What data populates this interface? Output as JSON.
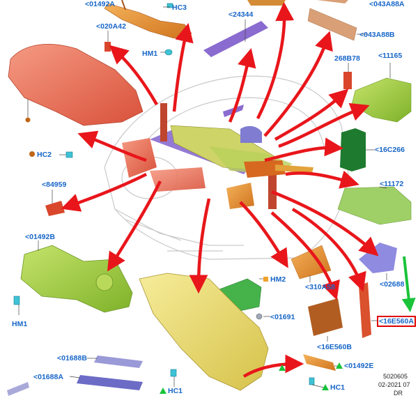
{
  "labels": {
    "p01492a": "<01492A",
    "hc3": "HC3",
    "p24344": "<24344",
    "p043a88a": "<043A88A",
    "p043a88b": "<043A88B",
    "p020a42": "<020A42",
    "hm1_top": "HM1",
    "p268b78": "268B78",
    "p11165": "<11165",
    "hc2": "HC2",
    "p16c266": "<16C266",
    "p84959": "<84959",
    "p11172": "<11172",
    "p01492b": "<01492B",
    "p02688": "<02688",
    "p310a58": "<310A58",
    "hm2": "HM2",
    "hm1_left": "HM1",
    "p01691": "<01691",
    "p16e560a": "<16E560A",
    "p16e560b": "<16E560B",
    "p01688b": "<01688B",
    "p01688a": "<01688A",
    "p01492e": "<01492E",
    "hc1_bottom": "HC1",
    "hc1_right": "HC1"
  },
  "meta": {
    "doc_number": "5020605",
    "date": "02-2021 07",
    "author": "DR"
  },
  "colors": {
    "label_blue": "#1766c8",
    "arrow_red": "#e8161b",
    "arrow_green": "#19c33a",
    "highlight_red": "#e00000",
    "shield_salmon": "#e5674d",
    "panel_lime": "#9ccc3a",
    "panel_yellow": "#e9d766",
    "purple": "#8a6bcf",
    "orange": "#e58a2c",
    "brown": "#b15d22",
    "dark_green": "#1d7a2e"
  }
}
